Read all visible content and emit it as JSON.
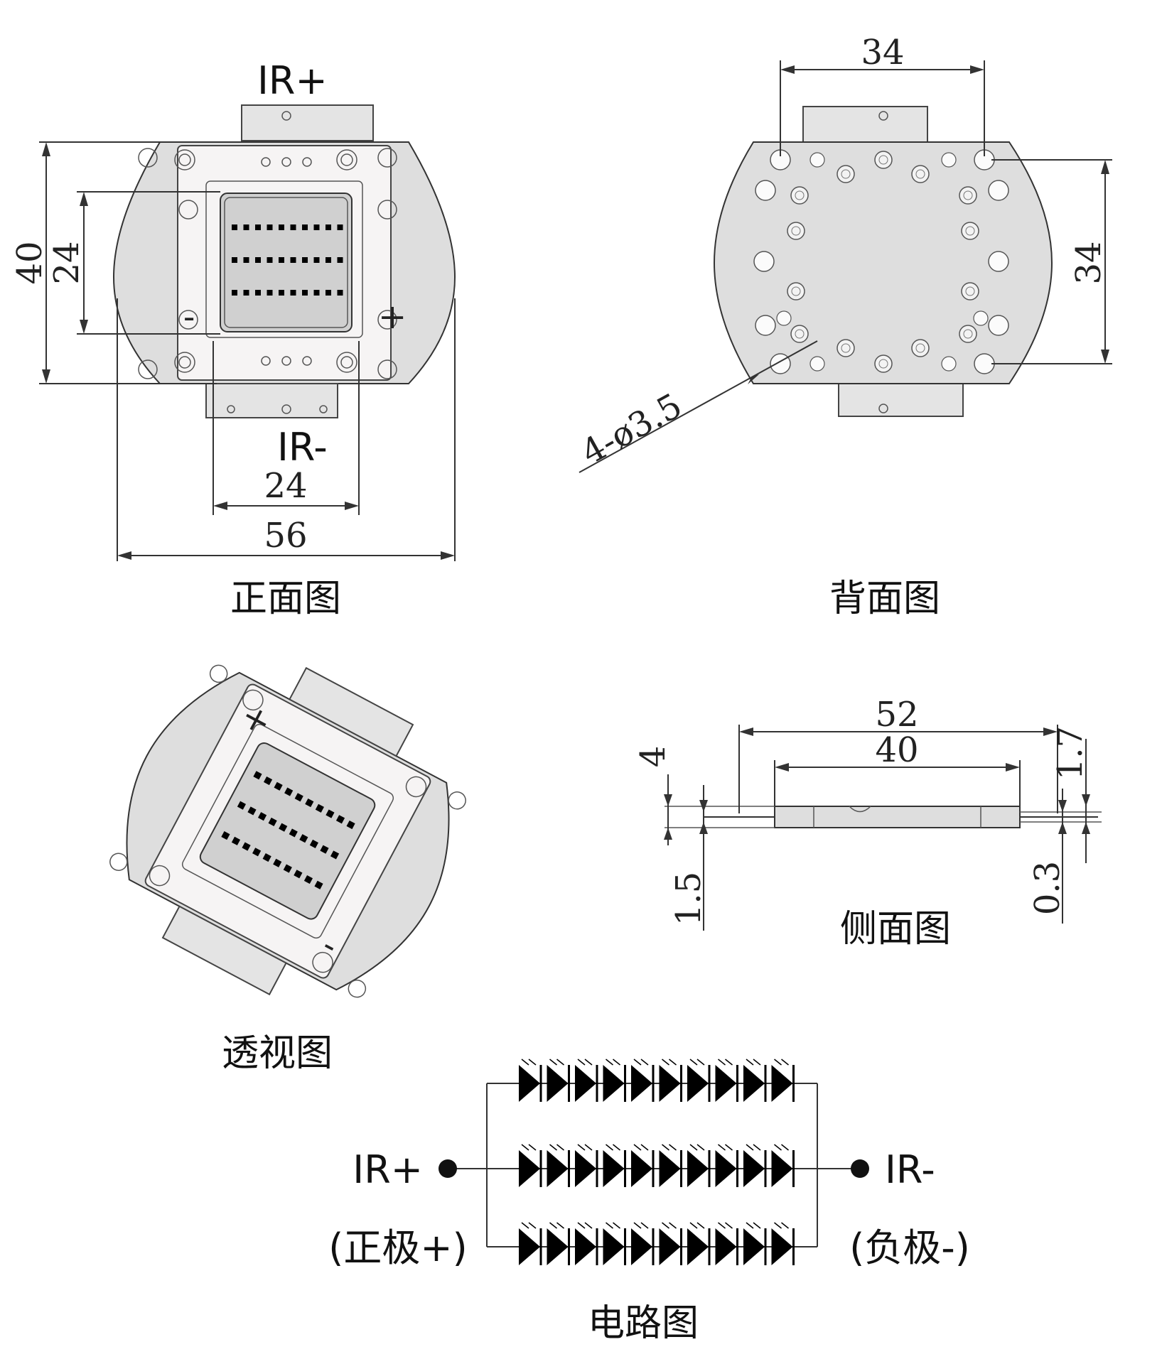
{
  "front": {
    "title": "正面图",
    "pos_label": "IR+",
    "neg_label": "IR-",
    "minus_mark": "-",
    "plus_mark": "+",
    "dim_height_outer": "40",
    "dim_height_inner": "24",
    "dim_width_inner": "24",
    "dim_width_outer": "56"
  },
  "back": {
    "title": "背面图",
    "dim_top": "34",
    "dim_right": "34",
    "dim_holes": "4-ø3.5"
  },
  "perspective": {
    "title": "透视图",
    "plus_mark": "+",
    "minus_mark": "-"
  },
  "side": {
    "title": "侧面图",
    "dim_52": "52",
    "dim_40": "40",
    "dim_4": "4",
    "dim_1_7": "1.7",
    "dim_1_5": "1.5",
    "dim_0_3": "0.3"
  },
  "circuit": {
    "title": "电路图",
    "pos_label": "IR+",
    "neg_label": "IR-",
    "pos_note": "(正极+)",
    "neg_note": "(负极-)",
    "rows": 3,
    "leds_per_row": 10
  }
}
